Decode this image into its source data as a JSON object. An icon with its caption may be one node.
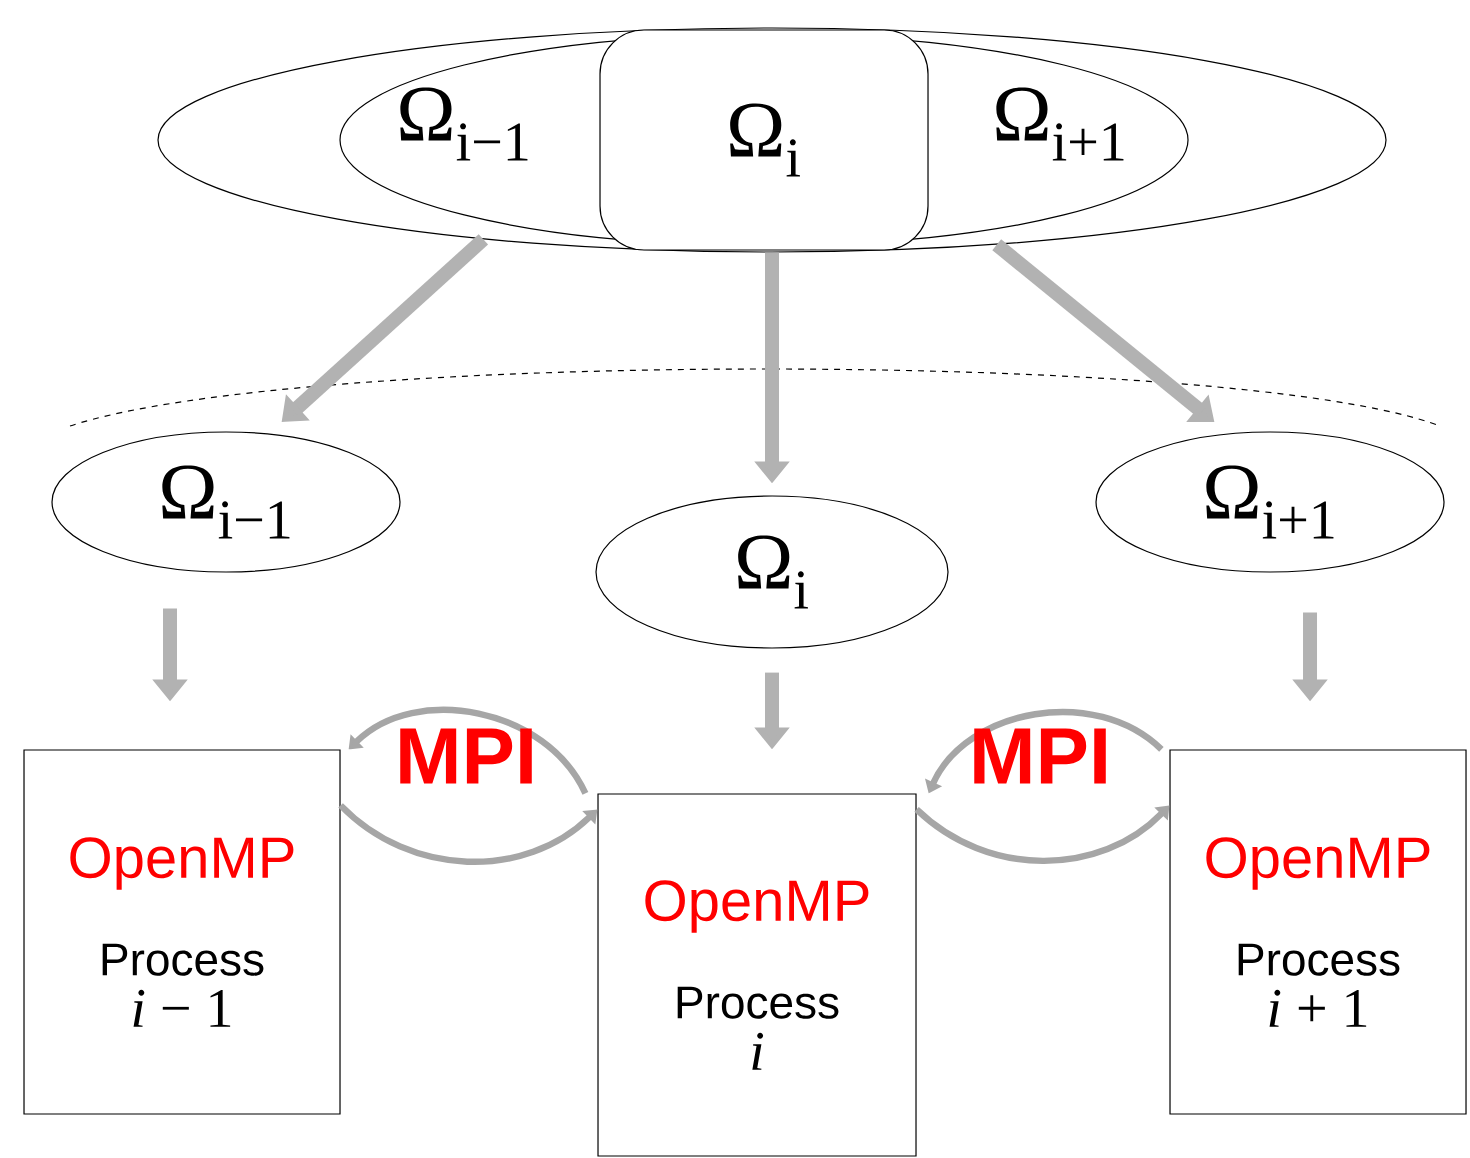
{
  "diagram": {
    "nodes": [
      {
        "text": [],
        "shape": "ellipse"
      },
      {
        "text": [
          "Ω$_{i−1}$",
          "Ω$_{i+1}$"
        ],
        "in": 0
      },
      {
        "text": [
          "Ω$_{i}$"
        ],
        "in": 1
      },
      {
        "text": [
          "Ω$_{i−1}$"
        ]
      },
      {
        "text": [
          "Ω$_{i}$"
        ]
      },
      {
        "text": [
          "Ω$_{i+1}$"
        ]
      },
      {
        "text": [
          "OpenMP",
          "Process",
          "*i* − 1"
        ]
      },
      {
        "text": [
          "OpenMP",
          "Process",
          "*i*"
        ]
      },
      {
        "text": [
          "OpenMP",
          "Process",
          "*i* + 1"
        ]
      }
    ],
    "edges": [
      {
        "from": 0,
        "to": 3,
        "arrow": "to"
      },
      {
        "from": 0,
        "to": 4,
        "arrow": "to"
      },
      {
        "from": 0,
        "to": 5,
        "arrow": "to"
      },
      {
        "from": 3,
        "to": 6,
        "arrow": "to"
      },
      {
        "from": 4,
        "to": 7,
        "arrow": "to"
      },
      {
        "from": 5,
        "to": 8,
        "arrow": "to"
      },
      {
        "from": 7,
        "to": 6,
        "arrow": "to"
      },
      {
        "from": 6,
        "to": 7,
        "arrow": "to"
      },
      {
        "from": 8,
        "to": 7,
        "arrow": "to"
      },
      {
        "from": 7,
        "to": 8,
        "arrow": "to"
      }
    ],
    "labels": [
      "MPI",
      "MPI"
    ]
  }
}
